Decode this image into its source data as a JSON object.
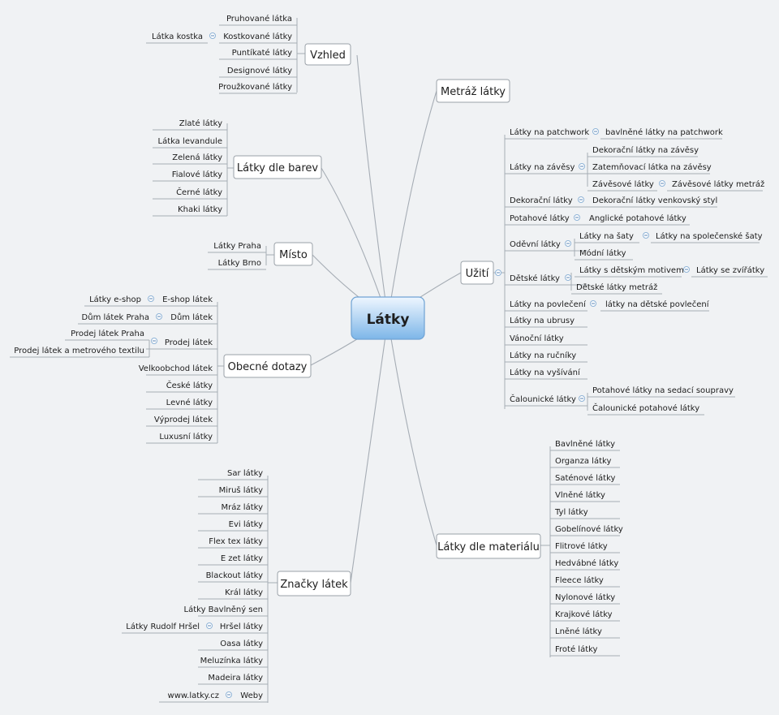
{
  "center": {
    "label": "Látky"
  },
  "branches": [
    {
      "label": "Vzhled",
      "items": [
        {
          "label": "Pruhované látka"
        },
        {
          "label": "Kostkované látky",
          "children": [
            "Látka kostka"
          ]
        },
        {
          "label": "Puntíkaté látky"
        },
        {
          "label": "Designové látky"
        },
        {
          "label": "Proužkované látky"
        }
      ]
    },
    {
      "label": "Látky dle barev",
      "items": [
        {
          "label": "Zlaté látky"
        },
        {
          "label": "Látka levandule"
        },
        {
          "label": "Zelená látky"
        },
        {
          "label": "Fialové látky"
        },
        {
          "label": "Černé látky"
        },
        {
          "label": "Khaki látky"
        }
      ]
    },
    {
      "label": "Místo",
      "items": [
        {
          "label": "Látky Praha"
        },
        {
          "label": "Látky Brno"
        }
      ]
    },
    {
      "label": "Obecné dotazy",
      "items": [
        {
          "label": "E-shop látek",
          "children": [
            "Látky e-shop"
          ]
        },
        {
          "label": "Dům látek",
          "children": [
            "Dům látek Praha"
          ]
        },
        {
          "label": "Prodej látek",
          "children": [
            "Prodej látek Praha",
            "Prodej látek a metrového textilu"
          ]
        },
        {
          "label": "Velkoobchod látek"
        },
        {
          "label": "České látky"
        },
        {
          "label": "Levné látky"
        },
        {
          "label": "Výprodej látek"
        },
        {
          "label": "Luxusní látky"
        }
      ]
    },
    {
      "label": "Značky látek",
      "items": [
        {
          "label": "Sar látky"
        },
        {
          "label": "Miruš látky"
        },
        {
          "label": "Mráz látky"
        },
        {
          "label": "Evi látky"
        },
        {
          "label": "Flex tex látky"
        },
        {
          "label": "E zet látky"
        },
        {
          "label": "Blackout látky"
        },
        {
          "label": "Král látky"
        },
        {
          "label": "Látky Bavlněný sen"
        },
        {
          "label": "Hršel látky",
          "children": [
            "Látky Rudolf Hršel"
          ]
        },
        {
          "label": "Oasa látky"
        },
        {
          "label": "Meluzínka látky"
        },
        {
          "label": "Madeira látky"
        },
        {
          "label": "Weby",
          "children": [
            "www.latky.cz"
          ]
        }
      ]
    },
    {
      "label": "Metráž látky",
      "items": []
    },
    {
      "label": "Užití",
      "items": [
        {
          "label": "Látky na patchwork",
          "children": [
            "bavlněné látky na patchwork"
          ]
        },
        {
          "label": "Látky na závěsy",
          "children": [
            "Dekorační látky na závěsy",
            "Zatemňovací látka na závěsy",
            "Závěsové látky"
          ]
        },
        {
          "label": "Dekorační látky",
          "children": [
            "Dekorační látky venkovský styl"
          ]
        },
        {
          "label": "Potahové látky",
          "children": [
            "Anglické potahové látky"
          ]
        },
        {
          "label": "Oděvní látky",
          "children": [
            "Látky na šaty",
            "Módní látky"
          ]
        },
        {
          "label": "Dětské látky",
          "children": [
            "Látky s dětským motivem",
            "Dětské látky metráž"
          ]
        },
        {
          "label": "Látky na povlečení",
          "children": [
            "látky na dětské povlečení"
          ]
        },
        {
          "label": "Látky na ubrusy"
        },
        {
          "label": "Vánoční látky"
        },
        {
          "label": "Látky na ručníky"
        },
        {
          "label": "Látky na vyšívání"
        },
        {
          "label": "Čalounické látky",
          "children": [
            "Potahové látky na sedací soupravy",
            "Čalounické potahové látky"
          ]
        }
      ]
    },
    {
      "label": "Látky dle materiálu",
      "items": [
        {
          "label": "Bavlněné látky"
        },
        {
          "label": "Organza látky"
        },
        {
          "label": "Saténové látky"
        },
        {
          "label": "Vlněné látky"
        },
        {
          "label": "Tyl látky"
        },
        {
          "label": "Gobelínové látky"
        },
        {
          "label": "Flitrové látky"
        },
        {
          "label": "Hedvábné látky"
        },
        {
          "label": "Fleece látky"
        },
        {
          "label": "Nylonové látky"
        },
        {
          "label": "Krajkové látky"
        },
        {
          "label": "Lněné látky"
        },
        {
          "label": "Froté látky"
        }
      ]
    }
  ],
  "grandchildren": {
    "zavesove": "Závěsové látky metráž",
    "saty": "Látky na společenské šaty",
    "detsky_motiv": "Látky se zvířátky"
  },
  "colors": {
    "background": "#f0f2f4",
    "line": "#a6adb5",
    "node_border": "#9aa1a8",
    "collapse_icon": "#8fb3d6",
    "center_top": "#e9f4ff",
    "center_bottom": "#7fb8ea"
  }
}
